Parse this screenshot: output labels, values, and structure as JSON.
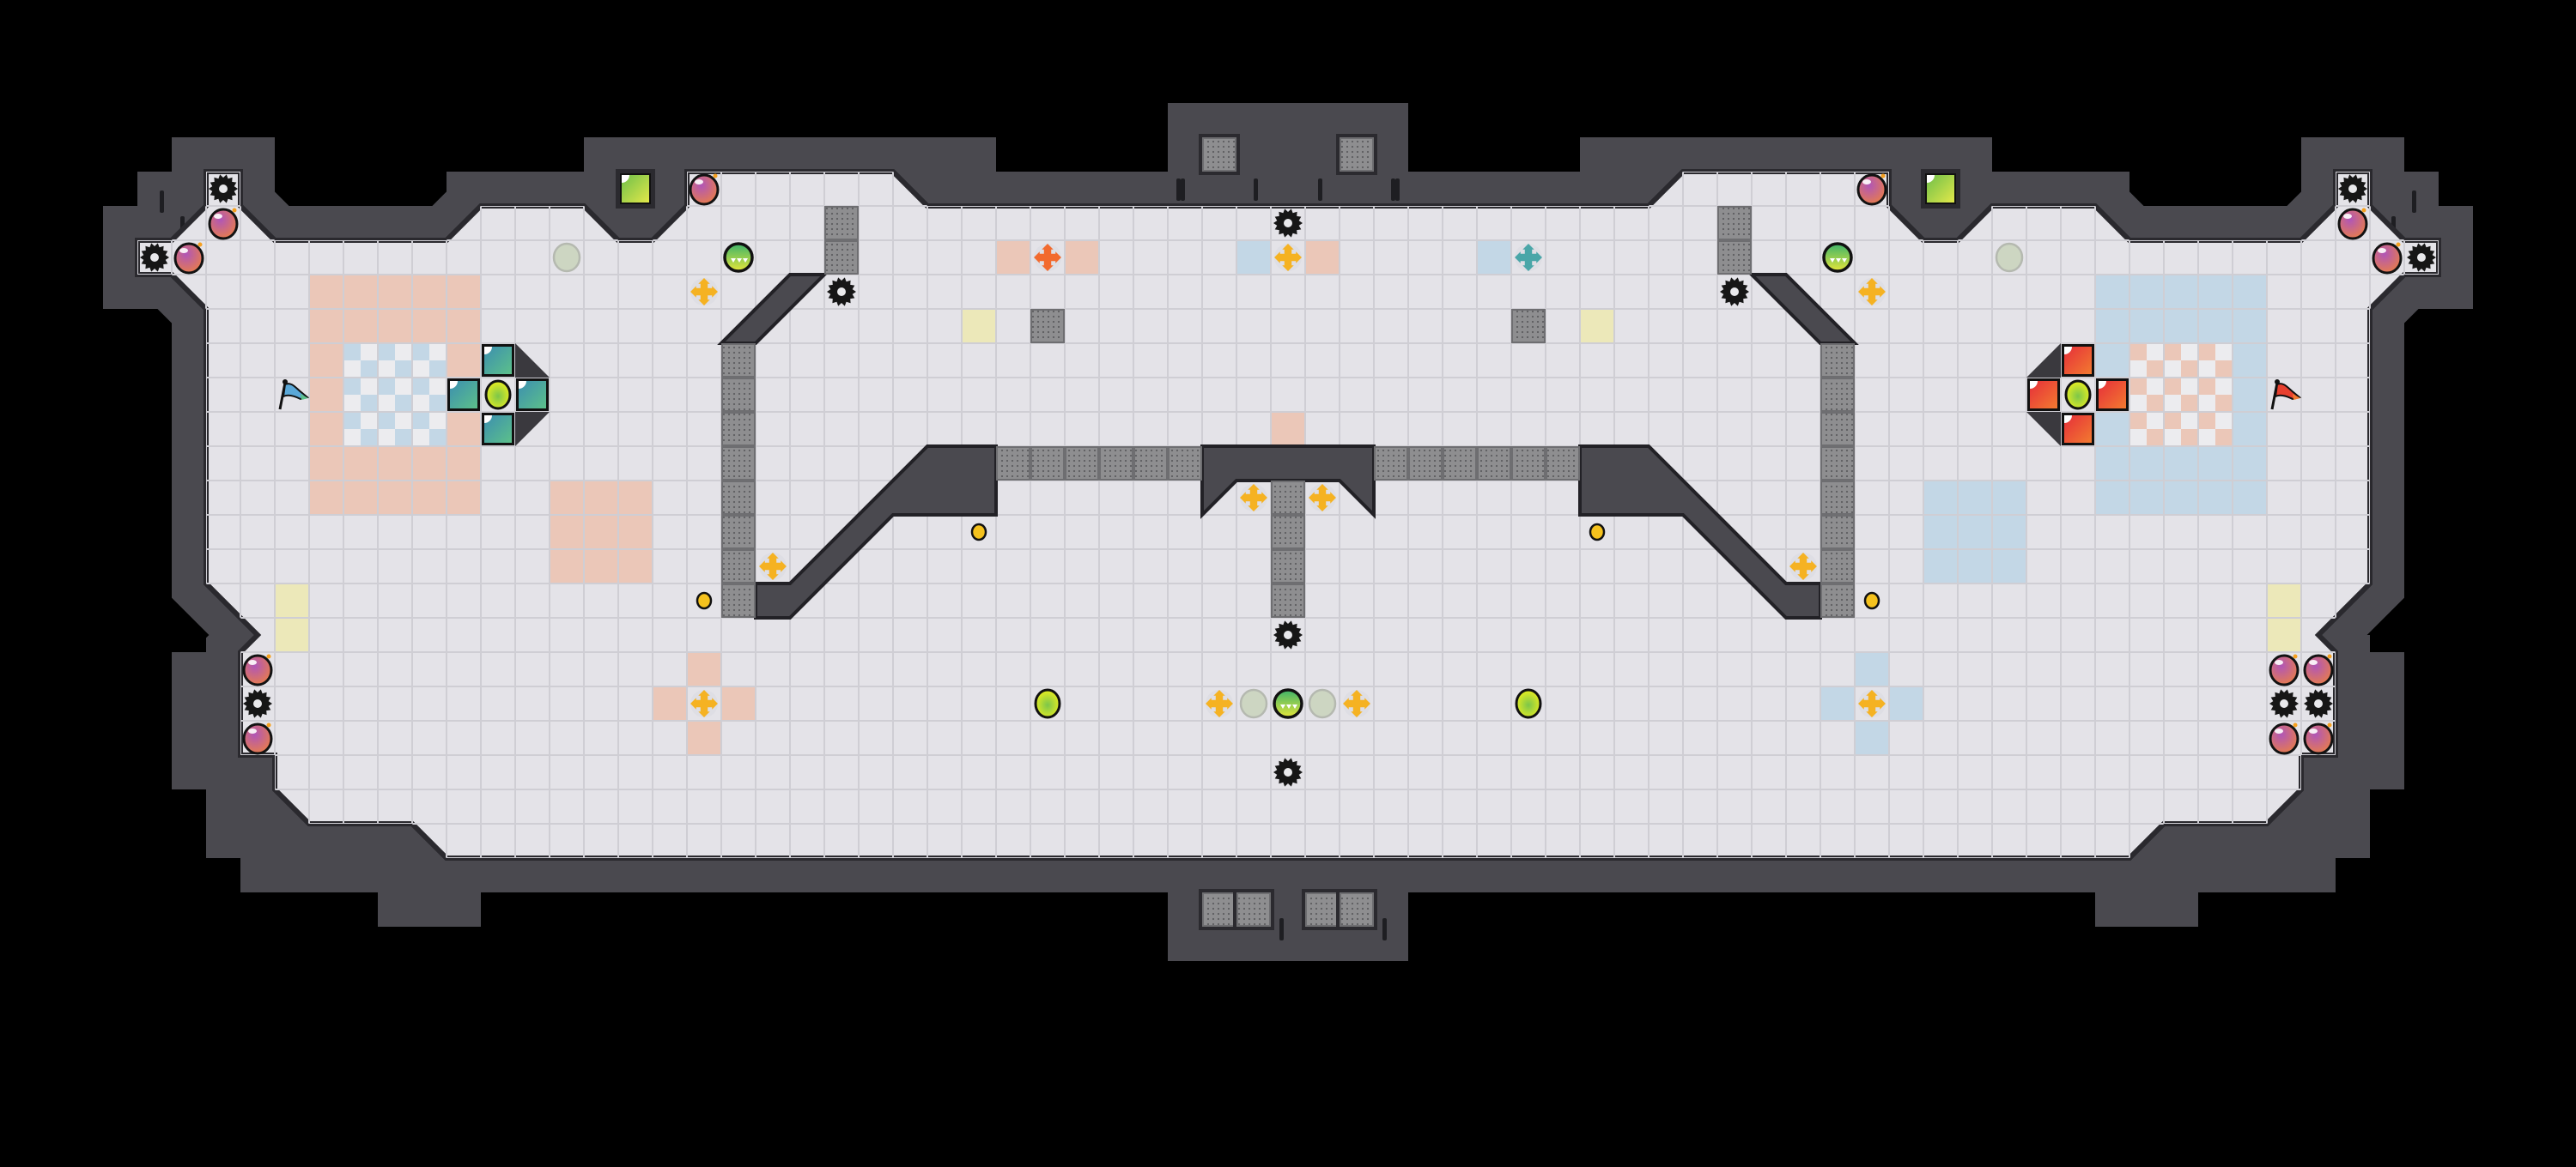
{
  "level": {
    "grid": {
      "cols": 75,
      "rows": 34,
      "unit": "tile"
    },
    "colors": {
      "background": "#000000",
      "wall": "#4a494f",
      "wall_edge": "#2a292e",
      "floor": "#e4e3e8",
      "floor_line": "#cfced4",
      "pink_zone": "#ebc7b8",
      "blue_zone": "#c3d7e6",
      "yellow_zone": "#ece8b9",
      "metal": "#8a8a8c",
      "teal_team": "#3f96a8",
      "red_team": "#e8402f",
      "cross_yellow": "#f5b222",
      "cross_orange": "#f26a2e",
      "cross_teal": "#4aa6a8",
      "bomb": "#a0508a",
      "key_green": "#9ccf4a"
    },
    "zones": {
      "pink": [
        [
          9,
          8
        ],
        [
          10,
          8
        ],
        [
          11,
          8
        ],
        [
          12,
          8
        ],
        [
          13,
          8
        ],
        [
          9,
          9
        ],
        [
          10,
          9
        ],
        [
          11,
          9
        ],
        [
          12,
          9
        ],
        [
          13,
          9
        ],
        [
          9,
          10
        ],
        [
          13,
          10
        ],
        [
          9,
          11
        ],
        [
          9,
          12
        ],
        [
          13,
          12
        ],
        [
          9,
          13
        ],
        [
          10,
          13
        ],
        [
          11,
          13
        ],
        [
          12,
          13
        ],
        [
          13,
          13
        ],
        [
          9,
          14
        ],
        [
          10,
          14
        ],
        [
          11,
          14
        ],
        [
          12,
          14
        ],
        [
          13,
          14
        ],
        [
          16,
          14
        ],
        [
          17,
          14
        ],
        [
          18,
          14
        ],
        [
          16,
          15
        ],
        [
          17,
          15
        ],
        [
          18,
          15
        ],
        [
          16,
          16
        ],
        [
          17,
          16
        ],
        [
          18,
          16
        ],
        [
          29,
          7
        ],
        [
          31,
          7
        ],
        [
          38,
          7
        ],
        [
          37,
          12
        ],
        [
          20,
          19
        ],
        [
          19,
          20
        ],
        [
          21,
          20
        ],
        [
          20,
          21
        ]
      ],
      "blue": [
        [
          61,
          8
        ],
        [
          62,
          8
        ],
        [
          63,
          8
        ],
        [
          64,
          8
        ],
        [
          65,
          8
        ],
        [
          61,
          9
        ],
        [
          62,
          9
        ],
        [
          63,
          9
        ],
        [
          64,
          9
        ],
        [
          65,
          9
        ],
        [
          61,
          10
        ],
        [
          65,
          10
        ],
        [
          61,
          11
        ],
        [
          65,
          11
        ],
        [
          61,
          12
        ],
        [
          65,
          12
        ],
        [
          61,
          13
        ],
        [
          62,
          13
        ],
        [
          63,
          13
        ],
        [
          64,
          13
        ],
        [
          65,
          13
        ],
        [
          61,
          14
        ],
        [
          62,
          14
        ],
        [
          63,
          14
        ],
        [
          64,
          14
        ],
        [
          65,
          14
        ],
        [
          56,
          14
        ],
        [
          57,
          14
        ],
        [
          58,
          14
        ],
        [
          56,
          15
        ],
        [
          57,
          15
        ],
        [
          58,
          15
        ],
        [
          56,
          16
        ],
        [
          57,
          16
        ],
        [
          58,
          16
        ],
        [
          36,
          7
        ],
        [
          43,
          7
        ],
        [
          54,
          19
        ],
        [
          53,
          20
        ],
        [
          55,
          20
        ],
        [
          54,
          21
        ]
      ],
      "yellow": [
        [
          28,
          9
        ],
        [
          46,
          9
        ],
        [
          8,
          17
        ],
        [
          8,
          18
        ],
        [
          66,
          17
        ],
        [
          66,
          18
        ]
      ],
      "checker_blue": [
        [
          10,
          10
        ],
        [
          11,
          10
        ],
        [
          12,
          10
        ],
        [
          10,
          11
        ],
        [
          11,
          11
        ],
        [
          12,
          11
        ],
        [
          10,
          12
        ],
        [
          11,
          12
        ],
        [
          12,
          12
        ]
      ],
      "checker_pink": [
        [
          62,
          10
        ],
        [
          63,
          10
        ],
        [
          64,
          10
        ],
        [
          62,
          11
        ],
        [
          63,
          11
        ],
        [
          64,
          11
        ],
        [
          62,
          12
        ],
        [
          63,
          12
        ],
        [
          64,
          12
        ]
      ]
    },
    "metal_blocks": [
      [
        24,
        6
      ],
      [
        24,
        7
      ],
      [
        30,
        9
      ],
      [
        21,
        10
      ],
      [
        21,
        11
      ],
      [
        21,
        12
      ],
      [
        21,
        13
      ],
      [
        21,
        14
      ],
      [
        21,
        15
      ],
      [
        21,
        16
      ],
      [
        21,
        17
      ],
      [
        29,
        13
      ],
      [
        30,
        13
      ],
      [
        31,
        13
      ],
      [
        32,
        13
      ],
      [
        33,
        13
      ],
      [
        34,
        13
      ],
      [
        37,
        14
      ],
      [
        37,
        15
      ],
      [
        37,
        16
      ],
      [
        37,
        17
      ],
      [
        40,
        13
      ],
      [
        41,
        13
      ],
      [
        42,
        13
      ],
      [
        43,
        13
      ],
      [
        44,
        13
      ],
      [
        45,
        13
      ],
      [
        50,
        6
      ],
      [
        50,
        7
      ],
      [
        44,
        9
      ],
      [
        53,
        10
      ],
      [
        53,
        11
      ],
      [
        53,
        12
      ],
      [
        53,
        13
      ],
      [
        53,
        14
      ],
      [
        53,
        15
      ],
      [
        53,
        16
      ],
      [
        53,
        17
      ]
    ],
    "wall_metal_blocks": [
      [
        35,
        4
      ],
      [
        39,
        4
      ],
      [
        35,
        26
      ],
      [
        36,
        26
      ],
      [
        38,
        26
      ],
      [
        39,
        26
      ]
    ],
    "team_blocks": {
      "teal": [
        [
          14,
          10
        ],
        [
          13,
          11
        ],
        [
          15,
          11
        ],
        [
          14,
          12
        ]
      ],
      "red": [
        [
          60,
          10
        ],
        [
          59,
          11
        ],
        [
          61,
          11
        ],
        [
          60,
          12
        ]
      ]
    },
    "objects": [
      {
        "type": "gear",
        "col": 6,
        "row": 5
      },
      {
        "type": "gear",
        "col": 4,
        "row": 7
      },
      {
        "type": "gear",
        "col": 24,
        "row": 8
      },
      {
        "type": "gear",
        "col": 7,
        "row": 20
      },
      {
        "type": "gear",
        "col": 68,
        "row": 5
      },
      {
        "type": "gear",
        "col": 70,
        "row": 7
      },
      {
        "type": "gear",
        "col": 50,
        "row": 8
      },
      {
        "type": "gear",
        "col": 66,
        "row": 20
      },
      {
        "type": "gear",
        "col": 67,
        "row": 20
      },
      {
        "type": "gear",
        "col": 37,
        "row": 6
      },
      {
        "type": "gear",
        "col": 37,
        "row": 18
      },
      {
        "type": "gear",
        "col": 37,
        "row": 22
      },
      {
        "type": "bomb",
        "col": 6,
        "row": 6
      },
      {
        "type": "bomb",
        "col": 5,
        "row": 7
      },
      {
        "type": "bomb",
        "col": 20,
        "row": 5
      },
      {
        "type": "bomb",
        "col": 7,
        "row": 19
      },
      {
        "type": "bomb",
        "col": 7,
        "row": 21
      },
      {
        "type": "bomb",
        "col": 68,
        "row": 6
      },
      {
        "type": "bomb",
        "col": 69,
        "row": 7
      },
      {
        "type": "bomb",
        "col": 54,
        "row": 5
      },
      {
        "type": "bomb",
        "col": 66,
        "row": 19
      },
      {
        "type": "bomb",
        "col": 67,
        "row": 19
      },
      {
        "type": "bomb",
        "col": 66,
        "row": 21
      },
      {
        "type": "bomb",
        "col": 67,
        "row": 21
      },
      {
        "type": "key",
        "col": 18,
        "row": 5
      },
      {
        "type": "key",
        "col": 56,
        "row": 5
      },
      {
        "type": "ghost",
        "col": 16,
        "row": 7
      },
      {
        "type": "ghost",
        "col": 58,
        "row": 7
      },
      {
        "type": "ghost",
        "col": 36,
        "row": 20
      },
      {
        "type": "ghost",
        "col": 38,
        "row": 20
      },
      {
        "type": "green-ball",
        "col": 21,
        "row": 7
      },
      {
        "type": "green-ball",
        "col": 53,
        "row": 7
      },
      {
        "type": "green-ball",
        "col": 37,
        "row": 20
      },
      {
        "type": "lime-ball",
        "col": 14,
        "row": 11
      },
      {
        "type": "lime-ball",
        "col": 60,
        "row": 11
      },
      {
        "type": "lime-ball",
        "col": 30,
        "row": 20
      },
      {
        "type": "lime-ball",
        "col": 44,
        "row": 20
      },
      {
        "type": "coin",
        "col": 28,
        "row": 15
      },
      {
        "type": "coin",
        "col": 20,
        "row": 17
      },
      {
        "type": "coin",
        "col": 46,
        "row": 15
      },
      {
        "type": "coin",
        "col": 54,
        "row": 17
      },
      {
        "type": "cross-yellow",
        "col": 20,
        "row": 8
      },
      {
        "type": "cross-yellow",
        "col": 54,
        "row": 8
      },
      {
        "type": "cross-yellow",
        "col": 22,
        "row": 16
      },
      {
        "type": "cross-yellow",
        "col": 52,
        "row": 16
      },
      {
        "type": "cross-yellow",
        "col": 36,
        "row": 14
      },
      {
        "type": "cross-yellow",
        "col": 38,
        "row": 14
      },
      {
        "type": "cross-yellow",
        "col": 20,
        "row": 20
      },
      {
        "type": "cross-yellow",
        "col": 54,
        "row": 20
      },
      {
        "type": "cross-yellow",
        "col": 35,
        "row": 20
      },
      {
        "type": "cross-yellow",
        "col": 39,
        "row": 20
      },
      {
        "type": "cross-yellow",
        "col": 37,
        "row": 7
      },
      {
        "type": "cross-orange",
        "col": 30,
        "row": 7
      },
      {
        "type": "cross-teal",
        "col": 44,
        "row": 7
      },
      {
        "type": "flag-blue",
        "col": 8,
        "row": 11
      },
      {
        "type": "flag-red",
        "col": 66,
        "row": 11
      }
    ]
  }
}
